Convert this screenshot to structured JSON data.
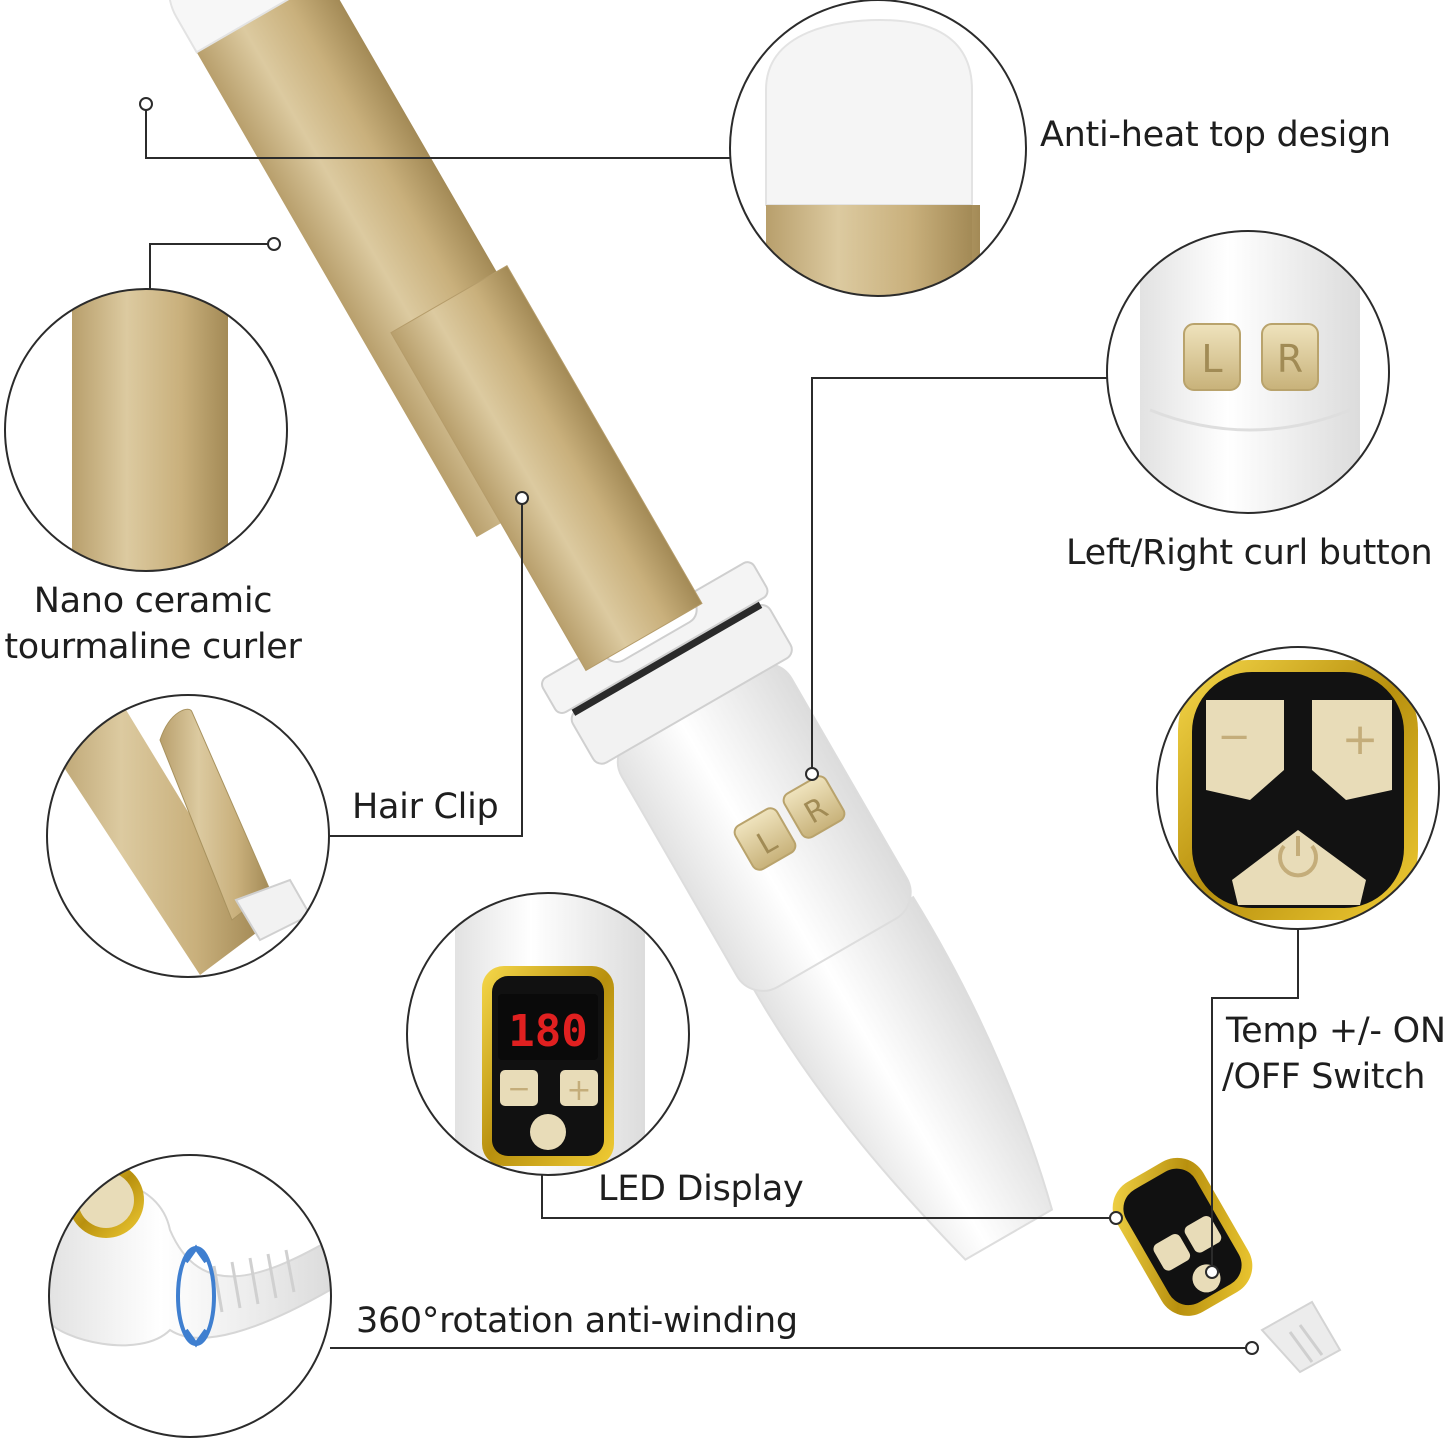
{
  "callouts": {
    "anti_heat": "Anti-heat top design",
    "curl_button": "Left/Right curl button",
    "nano_line1": "Nano ceramic",
    "nano_line2": "tourmaline curler",
    "hair_clip": "Hair Clip",
    "temp_line1": "Temp +/- ON",
    "temp_line2": "/OFF Switch",
    "led_display": "LED Display",
    "rotation": "360°rotation anti-winding"
  },
  "device": {
    "left_key": "L",
    "right_key": "R",
    "minus_key": "−",
    "plus_key": "+",
    "led_value": "180"
  },
  "colors": {
    "gold": "#cdb78c",
    "gold_dark": "#a8925e",
    "white_body": "#f4f4f4",
    "led_red": "#e02020",
    "accent_gold": "#d9b21a",
    "rotation_arrow": "#3f7fd0"
  }
}
